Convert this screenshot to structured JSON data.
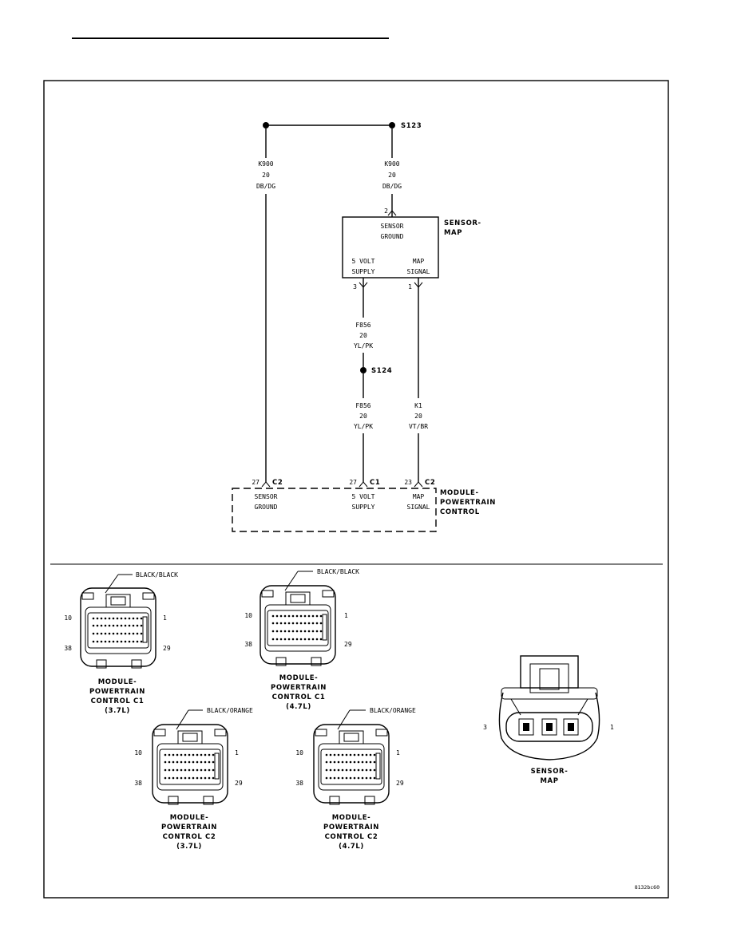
{
  "figure_id": "8132bc60",
  "splices": {
    "s123": "S123",
    "s124": "S124"
  },
  "wires": {
    "k900_left": {
      "circuit": "K900",
      "gauge": "20",
      "color": "DB/DG"
    },
    "k900_right": {
      "circuit": "K900",
      "gauge": "20",
      "color": "DB/DG"
    },
    "f856_upper": {
      "circuit": "F856",
      "gauge": "20",
      "color": "YL/PK"
    },
    "f856_lower": {
      "circuit": "F856",
      "gauge": "20",
      "color": "YL/PK"
    },
    "k1": {
      "circuit": "K1",
      "gauge": "20",
      "color": "VT/BR"
    }
  },
  "sensor_map": {
    "name_line1": "SENSOR-",
    "name_line2": "MAP",
    "pin_ground": "2",
    "pin_supply": "3",
    "pin_signal": "1",
    "ground_label_1": "SENSOR",
    "ground_label_2": "GROUND",
    "supply_label_1": "5 VOLT",
    "supply_label_2": "SUPPLY",
    "signal_label_1": "MAP",
    "signal_label_2": "SIGNAL"
  },
  "pcm": {
    "name_line1": "MODULE-",
    "name_line2": "POWERTRAIN",
    "name_line3": "CONTROL",
    "ground_pin": "27",
    "ground_conn": "C2",
    "supply_pin": "27",
    "supply_conn": "C1",
    "signal_pin": "23",
    "signal_conn": "C2",
    "ground_label_1": "SENSOR",
    "ground_label_2": "GROUND",
    "supply_label_1": "5 VOLT",
    "supply_label_2": "SUPPLY",
    "signal_label_1": "MAP",
    "signal_label_2": "SIGNAL"
  },
  "connectors": [
    {
      "key": "c1_37",
      "color": "BLACK/BLACK",
      "pin_tl": "10",
      "pin_tr": "1",
      "pin_bl": "38",
      "pin_br": "29",
      "name1": "MODULE-",
      "name2": "POWERTRAIN",
      "name3": "CONTROL C1",
      "name4": "(3.7L)"
    },
    {
      "key": "c1_47",
      "color": "BLACK/BLACK",
      "pin_tl": "10",
      "pin_tr": "1",
      "pin_bl": "38",
      "pin_br": "29",
      "name1": "MODULE-",
      "name2": "POWERTRAIN",
      "name3": "CONTROL C1",
      "name4": "(4.7L)"
    },
    {
      "key": "c2_37",
      "color": "BLACK/ORANGE",
      "pin_tl": "10",
      "pin_tr": "1",
      "pin_bl": "38",
      "pin_br": "29",
      "name1": "MODULE-",
      "name2": "POWERTRAIN",
      "name3": "CONTROL C2",
      "name4": "(3.7L)"
    },
    {
      "key": "c2_47",
      "color": "BLACK/ORANGE",
      "pin_tl": "10",
      "pin_tr": "1",
      "pin_bl": "38",
      "pin_br": "29",
      "name1": "MODULE-",
      "name2": "POWERTRAIN",
      "name3": "CONTROL C2",
      "name4": "(4.7L)"
    }
  ],
  "map_connector": {
    "pin_left": "3",
    "pin_right": "1",
    "name1": "SENSOR-",
    "name2": "MAP"
  }
}
